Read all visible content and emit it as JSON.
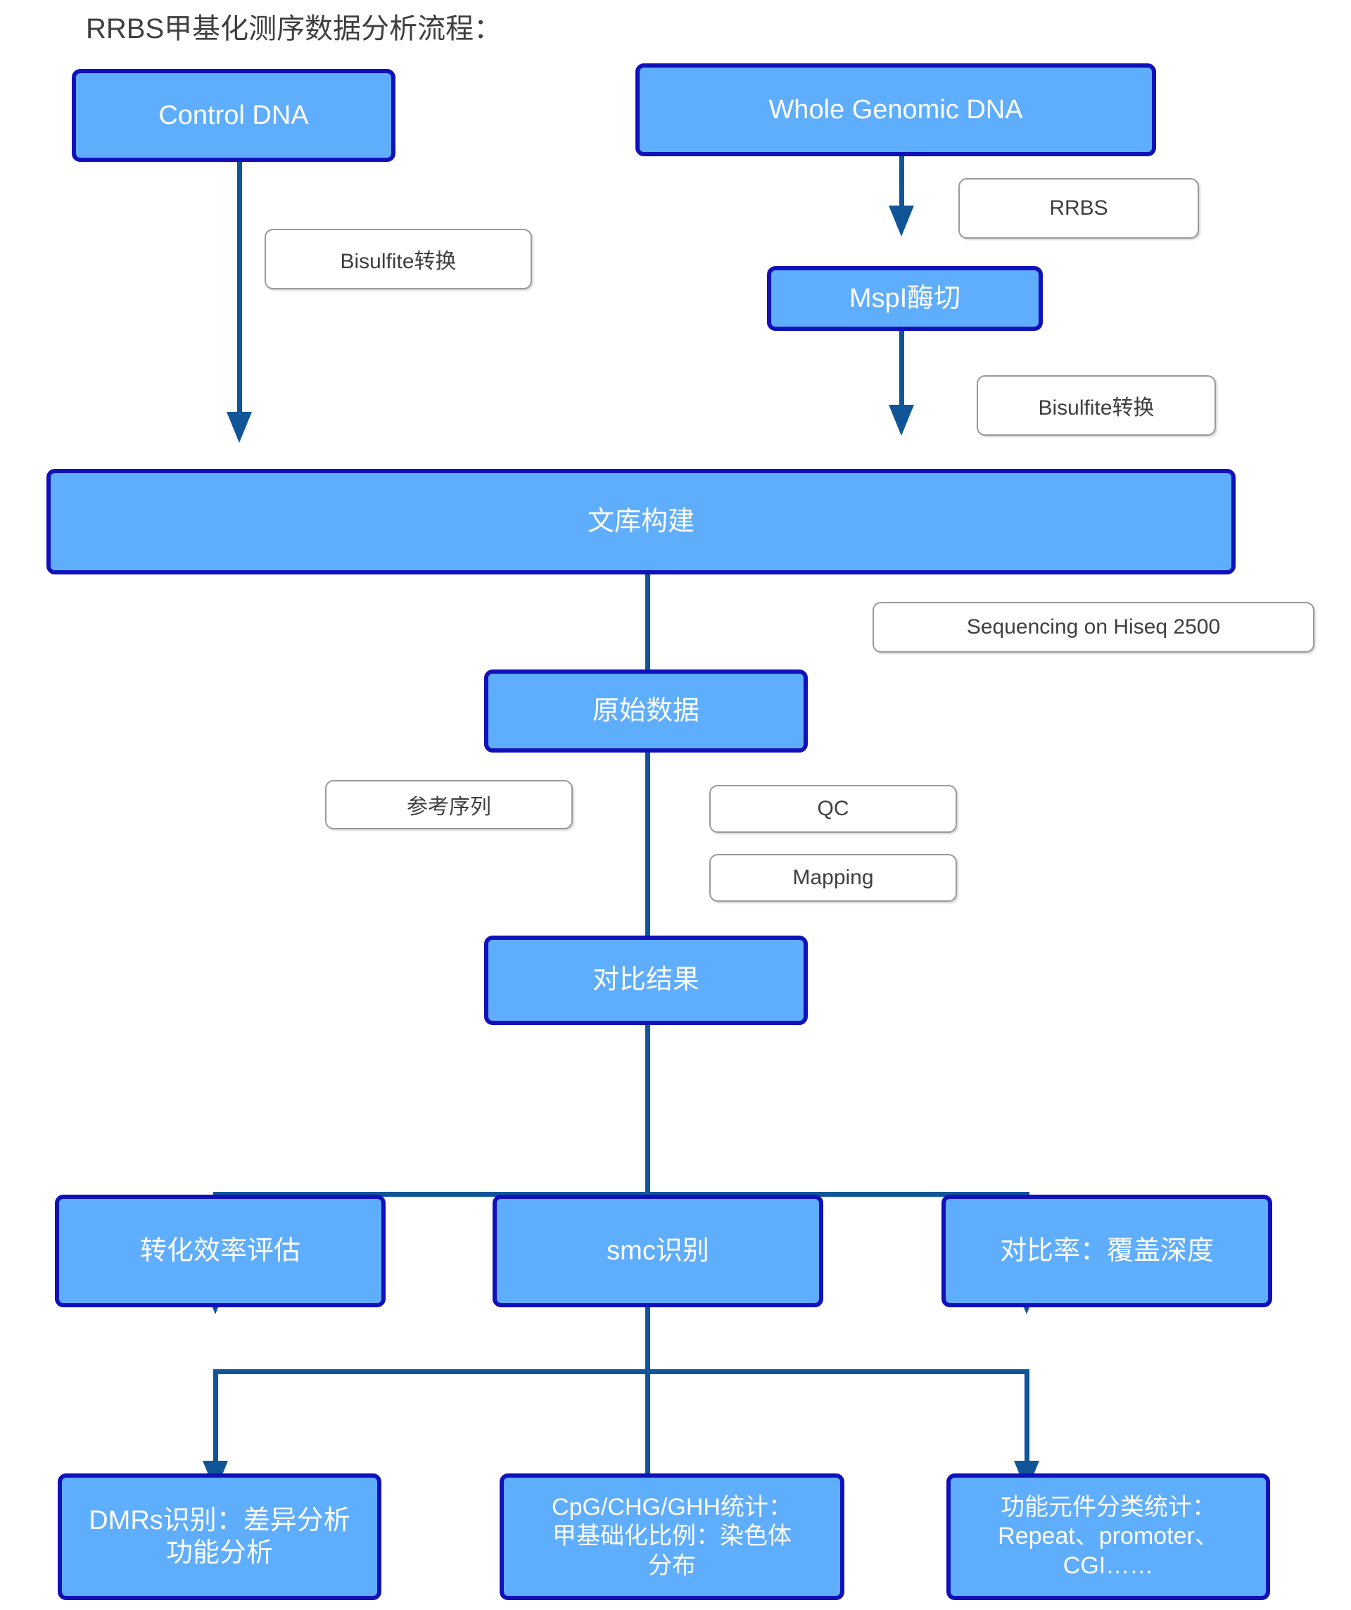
{
  "title": "RRBS甲基化测序数据分析流程：",
  "colors": {
    "node_fill": "#5fadfd",
    "node_border": "#1111bb",
    "node_text": "#ffffff",
    "connector": "#0f5598",
    "label_border": "#9a9a9a",
    "label_text": "#3f3f3f",
    "background": "#ffffff"
  },
  "nodes": {
    "control_dna": "Control DNA",
    "whole_genomic_dna": "Whole Genomic DNA",
    "mspi_digest": "MspI酶切",
    "library_construction": "文库构建",
    "raw_data": "原始数据",
    "mapping_result": "对比结果",
    "conversion_efficiency": "转化效率评估",
    "smc_detection": "smc识别",
    "mapping_rate": "对比率：覆盖深度",
    "dmrs": {
      "line1": "DMRs识别：差异分析",
      "line2": "功能分析"
    },
    "context_stats": {
      "line1": "CpG/CHG/GHH统计：",
      "line2": "甲基础化比例：染色体",
      "line3": "分布"
    },
    "element_stats": {
      "line1": "功能元件分类统计：",
      "line2": "Repeat、promoter、",
      "line3": "CGI……"
    }
  },
  "labels": {
    "bisulfite_left": "Bisulfite转换",
    "rrbs": "RRBS",
    "bisulfite_right": "Bisulfite转换",
    "sequencing": "Sequencing on Hiseq 2500",
    "reference_sequence": "参考序列",
    "qc": "QC",
    "mapping": "Mapping"
  }
}
